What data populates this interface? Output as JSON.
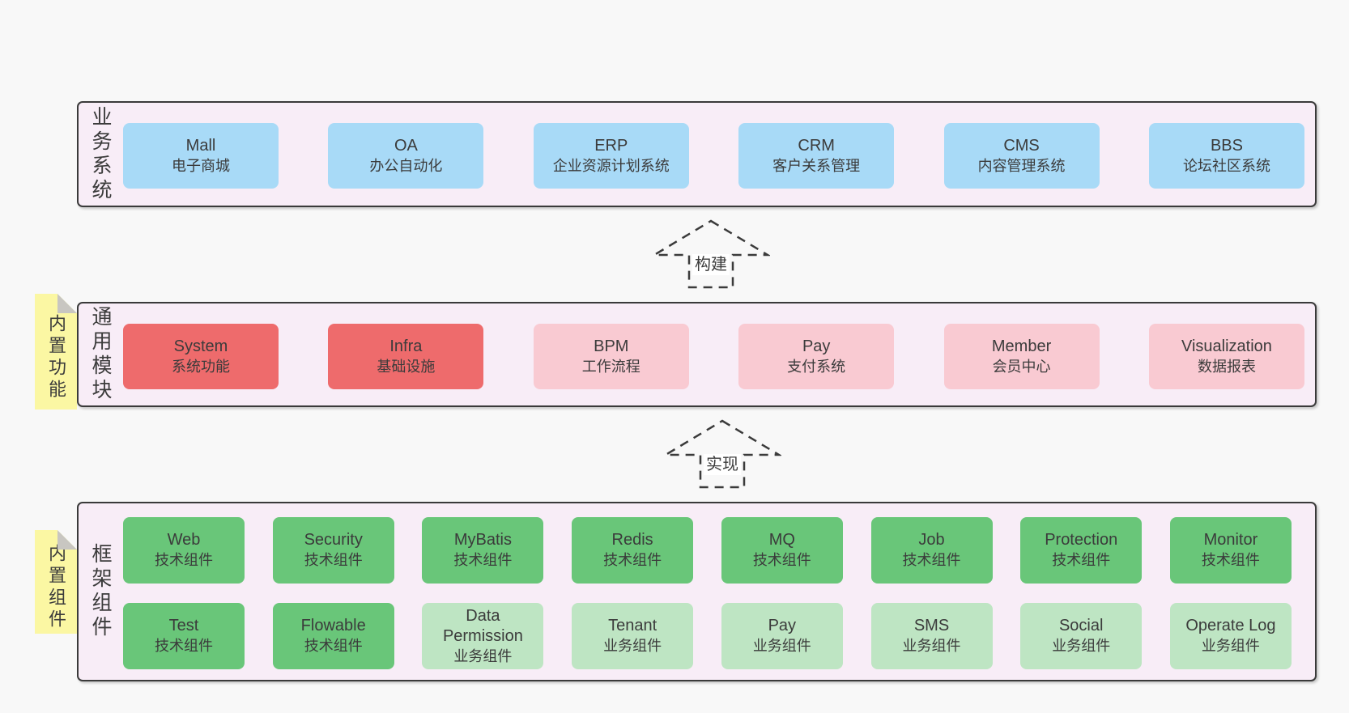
{
  "colors": {
    "page_bg": "#f8f8f8",
    "container_fill": "#f8edf7",
    "container_border": "#3a3a3a",
    "sticky_yellow": "#fbf7a3",
    "fold_gray": "#c8c6c1",
    "blue": "#a8daf7",
    "red": "#ee6b6c",
    "pink": "#f9cad2",
    "green_dark": "#69c679",
    "green_light": "#bee5c3"
  },
  "arrows": [
    {
      "label": "构建"
    },
    {
      "label": "实现"
    }
  ],
  "sections": [
    {
      "label": "业务系统",
      "sticky": "",
      "rows": [
        {
          "boxes": [
            {
              "title": "Mall",
              "subtitle": "电子商城",
              "color": "blue"
            },
            {
              "title": "OA",
              "subtitle": "办公自动化",
              "color": "blue"
            },
            {
              "title": "ERP",
              "subtitle": "企业资源计划系统",
              "color": "blue"
            },
            {
              "title": "CRM",
              "subtitle": "客户关系管理",
              "color": "blue"
            },
            {
              "title": "CMS",
              "subtitle": "内容管理系统",
              "color": "blue"
            },
            {
              "title": "BBS",
              "subtitle": "论坛社区系统",
              "color": "blue"
            }
          ]
        }
      ]
    },
    {
      "label": "通用模块",
      "sticky": "内置功能",
      "rows": [
        {
          "boxes": [
            {
              "title": "System",
              "subtitle": "系统功能",
              "color": "red"
            },
            {
              "title": "Infra",
              "subtitle": "基础设施",
              "color": "red"
            },
            {
              "title": "BPM",
              "subtitle": "工作流程",
              "color": "pink"
            },
            {
              "title": "Pay",
              "subtitle": "支付系统",
              "color": "pink"
            },
            {
              "title": "Member",
              "subtitle": "会员中心",
              "color": "pink"
            },
            {
              "title": "Visualization",
              "subtitle": "数据报表",
              "color": "pink"
            }
          ]
        }
      ]
    },
    {
      "label": "框架组件",
      "sticky": "内置组件",
      "rows": [
        {
          "boxes": [
            {
              "title": "Web",
              "subtitle": "技术组件",
              "color": "green_dark"
            },
            {
              "title": "Security",
              "subtitle": "技术组件",
              "color": "green_dark"
            },
            {
              "title": "MyBatis",
              "subtitle": "技术组件",
              "color": "green_dark"
            },
            {
              "title": "Redis",
              "subtitle": "技术组件",
              "color": "green_dark"
            },
            {
              "title": "MQ",
              "subtitle": "技术组件",
              "color": "green_dark"
            },
            {
              "title": "Job",
              "subtitle": "技术组件",
              "color": "green_dark"
            },
            {
              "title": "Protection",
              "subtitle": "技术组件",
              "color": "green_dark"
            },
            {
              "title": "Monitor",
              "subtitle": "技术组件",
              "color": "green_dark"
            }
          ]
        },
        {
          "boxes": [
            {
              "title": "Test",
              "subtitle": "技术组件",
              "color": "green_dark"
            },
            {
              "title": "Flowable",
              "subtitle": "技术组件",
              "color": "green_dark"
            },
            {
              "title": "Data Permission",
              "subtitle": "业务组件",
              "color": "green_light"
            },
            {
              "title": "Tenant",
              "subtitle": "业务组件",
              "color": "green_light"
            },
            {
              "title": "Pay",
              "subtitle": "业务组件",
              "color": "green_light"
            },
            {
              "title": "SMS",
              "subtitle": "业务组件",
              "color": "green_light"
            },
            {
              "title": "Social",
              "subtitle": "业务组件",
              "color": "green_light"
            },
            {
              "title": "Operate Log",
              "subtitle": "业务组件",
              "color": "green_light"
            }
          ]
        }
      ]
    }
  ]
}
